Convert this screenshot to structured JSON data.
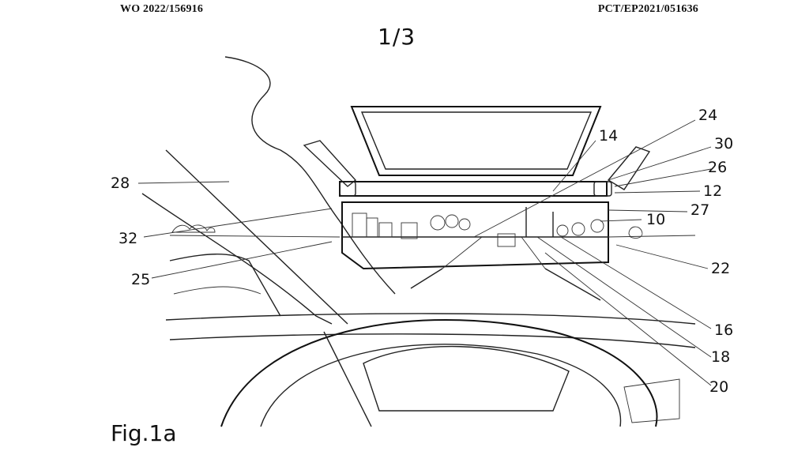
{
  "header": {
    "publication_number": "WO 2022/156916",
    "application_number": "PCT/EP2021/051636"
  },
  "sheet": "1/3",
  "figure_label": "Fig.1a",
  "reference_numerals": {
    "r28": "28",
    "r32": "32",
    "r25": "25",
    "r14": "14",
    "r24": "24",
    "r30": "30",
    "r26": "26",
    "r12": "12",
    "r27": "27",
    "r10": "10",
    "r22": "22",
    "r16": "16",
    "r18": "18",
    "r20": "20"
  }
}
